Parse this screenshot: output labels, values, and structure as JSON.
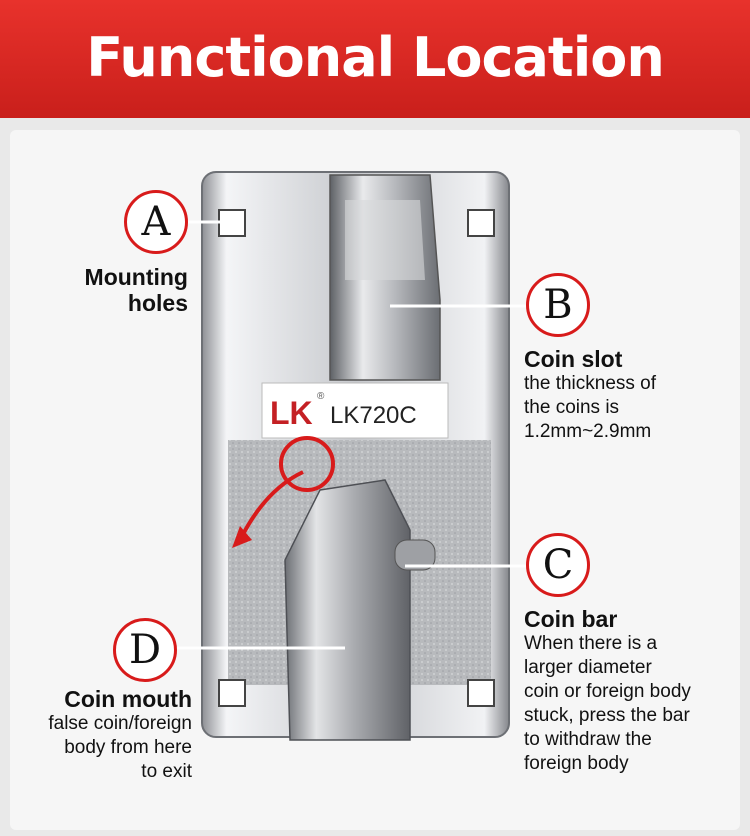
{
  "header": {
    "title": "Functional Location"
  },
  "device": {
    "brand": "LK",
    "model": "LK720C",
    "registered_mark": "®"
  },
  "callouts": {
    "a": {
      "letter": "A",
      "title_line1": "Mounting",
      "title_line2": "holes"
    },
    "b": {
      "letter": "B",
      "title": "Coin slot",
      "desc": [
        "the thickness of",
        "the coins is",
        "1.2mm~2.9mm"
      ]
    },
    "c": {
      "letter": "C",
      "title": "Coin bar",
      "desc": [
        "When there is a",
        "larger diameter",
        "coin or foreign body",
        "stuck, press the bar",
        "to withdraw the",
        "foreign body"
      ]
    },
    "d": {
      "letter": "D",
      "title": "Coin mouth",
      "desc": [
        "false coin/foreign",
        "body from here",
        "to exit"
      ]
    }
  },
  "colors": {
    "accent": "#d81b1b",
    "header": "#d42420"
  }
}
